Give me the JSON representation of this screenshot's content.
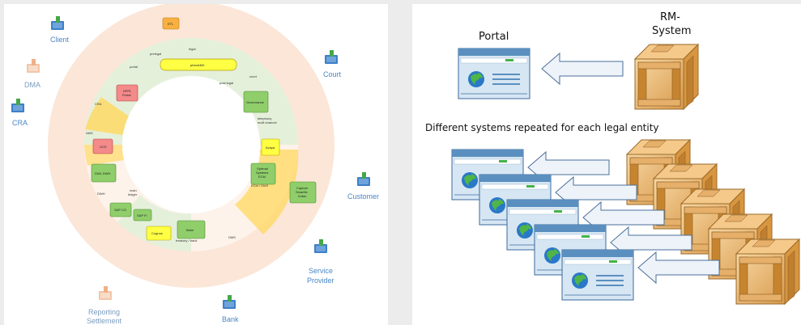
{
  "left_diagram": {
    "external_actors": {
      "client": "Client",
      "dma": "DMA",
      "cra": "CRA",
      "court": "Court",
      "customer": "Customer",
      "service_provider_1": "Service",
      "service_provider_2": "Provider",
      "bank": "Bank",
      "reporting_1": "Reporting",
      "reporting_2": "Settlement"
    },
    "segment_labels": {
      "prelegal": "prelegal",
      "legal": "legal",
      "portal": "portal",
      "post_legal": "post legal",
      "court": "court",
      "cra": "CRA",
      "telephony_1": "telephony",
      "telephony_2": "multi channel",
      "ams": "AMS",
      "dwh": "DWH",
      "main_ledger_1": "main",
      "main_ledger_2": "ledger",
      "ecm_dms": "ECM / DMS",
      "dms": "DMS",
      "treasury": "treasury / bank"
    },
    "boxes": {
      "etl": "ETL",
      "phoenix": "phenAMX",
      "dfpl_1": "DFPL",
      "dfpl_2": "Portal",
      "governance": "Governance",
      "ucs": "UCS",
      "avaya": "Avaya",
      "optimal_1": "Optimal",
      "optimal_2": "Systems",
      "optimal_3": "ECM",
      "capture_1": "Capture",
      "capture_2": "Smartfix",
      "capture_3": "Kofax",
      "dwh_box": "DWL DWH",
      "sap_co": "SAP CO",
      "sap_fi": "SAP FI",
      "cognos": "Cognos",
      "bebe": "Bebe"
    },
    "colors": {
      "outer_ring": "#fbe0d0",
      "inner_ring": "#dceee0",
      "highlight": "#ffd966",
      "box_yellow": "#ffff66",
      "box_green": "#8fce6a",
      "box_red": "#f48a8a",
      "box_orange": "#f8b040"
    }
  },
  "right_diagram": {
    "portal_label": "Portal",
    "rm_system_line1": "RM-",
    "rm_system_line2": "System",
    "caption": "Different systems repeated for each legal entity"
  }
}
